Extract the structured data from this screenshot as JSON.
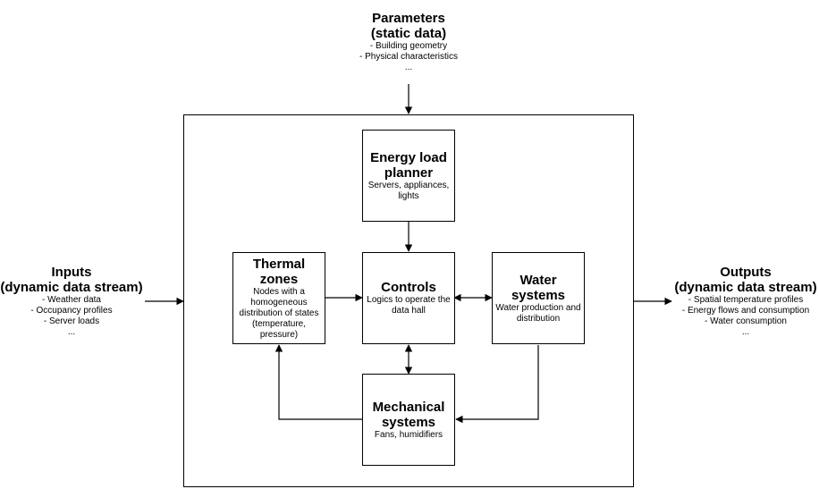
{
  "parameters": {
    "title": [
      "Parameters",
      "(static data)"
    ],
    "lines": [
      "- Building geometry",
      "- Physical characteristics",
      "..."
    ]
  },
  "inputs": {
    "title": [
      "Inputs",
      "(dynamic data stream)"
    ],
    "lines": [
      "- Weather data",
      "- Occupancy profiles",
      "- Server loads",
      "..."
    ]
  },
  "outputs": {
    "title": [
      "Outputs",
      "(dynamic data stream)"
    ],
    "lines": [
      "- Spatial temperature profiles",
      "- Energy flows and consumption",
      "- Water consumption",
      "..."
    ]
  },
  "blocks": {
    "energy_load_planner": {
      "title": [
        "Energy load",
        "planner"
      ],
      "lines": [
        "Servers, appliances,",
        "lights"
      ]
    },
    "thermal_zones": {
      "title": [
        "Thermal",
        "zones"
      ],
      "lines": [
        "Nodes with a",
        "homogeneous",
        "distribution of states",
        "(temperature,",
        "pressure)"
      ]
    },
    "controls": {
      "title": [
        "Controls"
      ],
      "lines": [
        "Logics to operate the",
        "data hall"
      ]
    },
    "water_systems": {
      "title": [
        "Water",
        "systems"
      ],
      "lines": [
        "Water production and",
        "distribution"
      ]
    },
    "mechanical_systems": {
      "title": [
        "Mechanical",
        "systems"
      ],
      "lines": [
        "Fans, humidifiers"
      ]
    }
  }
}
